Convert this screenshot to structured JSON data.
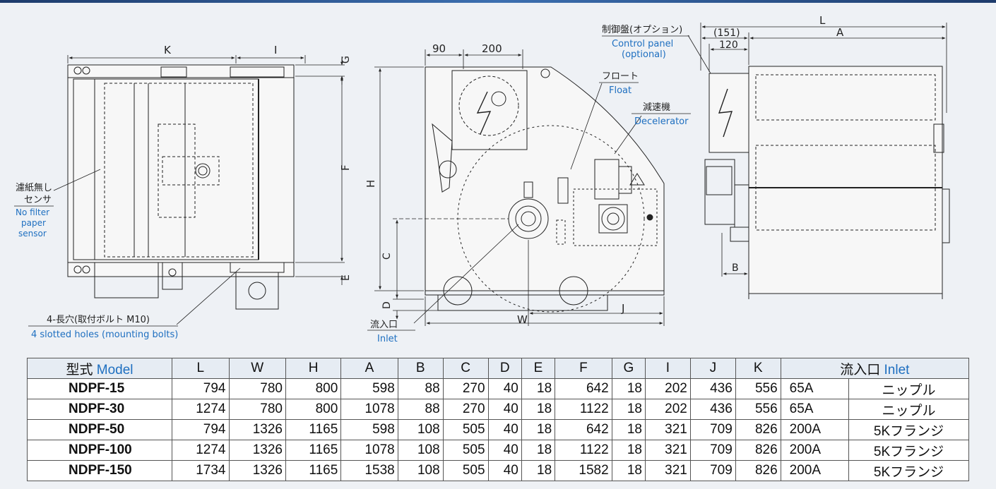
{
  "labels": {
    "k": "K",
    "i": "I",
    "g": "G",
    "f": "F",
    "e": "E",
    "h": "H",
    "c": "C",
    "d": "D",
    "w": "W",
    "j": "J",
    "l": "L",
    "a": "A",
    "b": "B",
    "d90": "90",
    "d200": "200",
    "d151": "(151)",
    "d120": "120",
    "sensor_ja_1": "濾紙無し",
    "sensor_ja_2": "センサ",
    "sensor_en_1": "No filter",
    "sensor_en_2": "paper",
    "sensor_en_3": "sensor",
    "holes_ja": "4-長穴(取付ボルト M10)",
    "holes_en": "4 slotted holes (mounting bolts)",
    "inlet_ja": "流入口",
    "inlet_en": "Inlet",
    "float_ja": "フロート",
    "float_en": "Float",
    "decel_ja": "減速機",
    "decel_en": "Decelerator",
    "panel_ja": "制御盤(オプション)",
    "panel_en_1": "Control panel",
    "panel_en_2": "(optional)"
  },
  "table": {
    "model_ja": "型式",
    "model_en": "Model",
    "columns": [
      "L",
      "W",
      "H",
      "A",
      "B",
      "C",
      "D",
      "E",
      "F",
      "G",
      "I",
      "J",
      "K"
    ],
    "inlet_ja": "流入口",
    "inlet_en": "Inlet",
    "rows": [
      {
        "model": "NDPF-15",
        "vals": [
          "794",
          "780",
          "800",
          "598",
          "88",
          "270",
          "40",
          "18",
          "642",
          "18",
          "202",
          "436",
          "556"
        ],
        "size": "65A",
        "type": "ニップル"
      },
      {
        "model": "NDPF-30",
        "vals": [
          "1274",
          "780",
          "800",
          "1078",
          "88",
          "270",
          "40",
          "18",
          "1122",
          "18",
          "202",
          "436",
          "556"
        ],
        "size": "65A",
        "type": "ニップル"
      },
      {
        "model": "NDPF-50",
        "vals": [
          "794",
          "1326",
          "1165",
          "598",
          "108",
          "505",
          "40",
          "18",
          "642",
          "18",
          "321",
          "709",
          "826"
        ],
        "size": "200A",
        "type": "5Kフランジ"
      },
      {
        "model": "NDPF-100",
        "vals": [
          "1274",
          "1326",
          "1165",
          "1078",
          "108",
          "505",
          "40",
          "18",
          "1122",
          "18",
          "321",
          "709",
          "826"
        ],
        "size": "200A",
        "type": "5Kフランジ"
      },
      {
        "model": "NDPF-150",
        "vals": [
          "1734",
          "1326",
          "1165",
          "1538",
          "108",
          "505",
          "40",
          "18",
          "1582",
          "18",
          "321",
          "709",
          "826"
        ],
        "size": "200A",
        "type": "5Kフランジ"
      }
    ]
  }
}
